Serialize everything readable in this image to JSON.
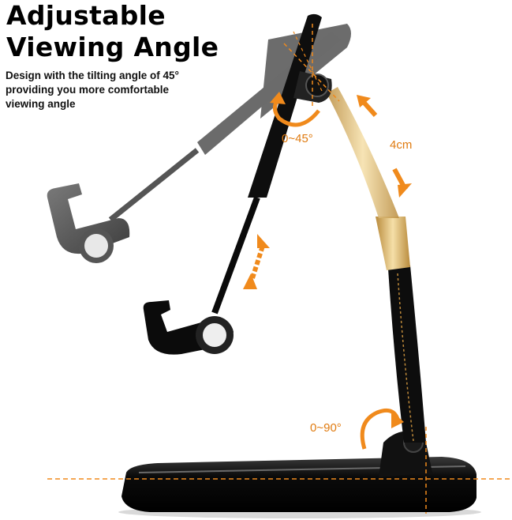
{
  "heading": {
    "line1": "Adjustable",
    "line2": "Viewing Angle"
  },
  "description": {
    "line1": "Design with the tilting angle of 45°",
    "line2": "providing you more comfortable",
    "line3": "viewing angle"
  },
  "labels": {
    "tilt_angle": "0~45°",
    "extension": "4cm",
    "base_angle": "0~90°"
  },
  "colors": {
    "accent": "#f08a1c",
    "stand": "#0a0a0a",
    "ghost": "#5c5c5c",
    "gold": "#c9a45c"
  }
}
